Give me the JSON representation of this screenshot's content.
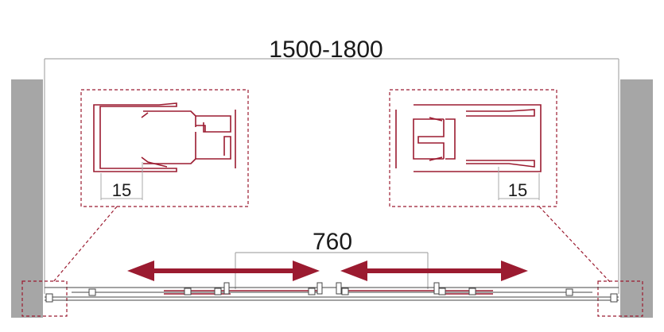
{
  "dimensions": {
    "overall_width": "1500-1800",
    "opening_width": "760",
    "left_detail_gap": "15",
    "right_detail_gap": "15"
  },
  "colors": {
    "profile": "#9b1b30",
    "wall": "#a6a6a6",
    "dim_line": "#aaaaaa",
    "text": "#1a1a1a"
  }
}
